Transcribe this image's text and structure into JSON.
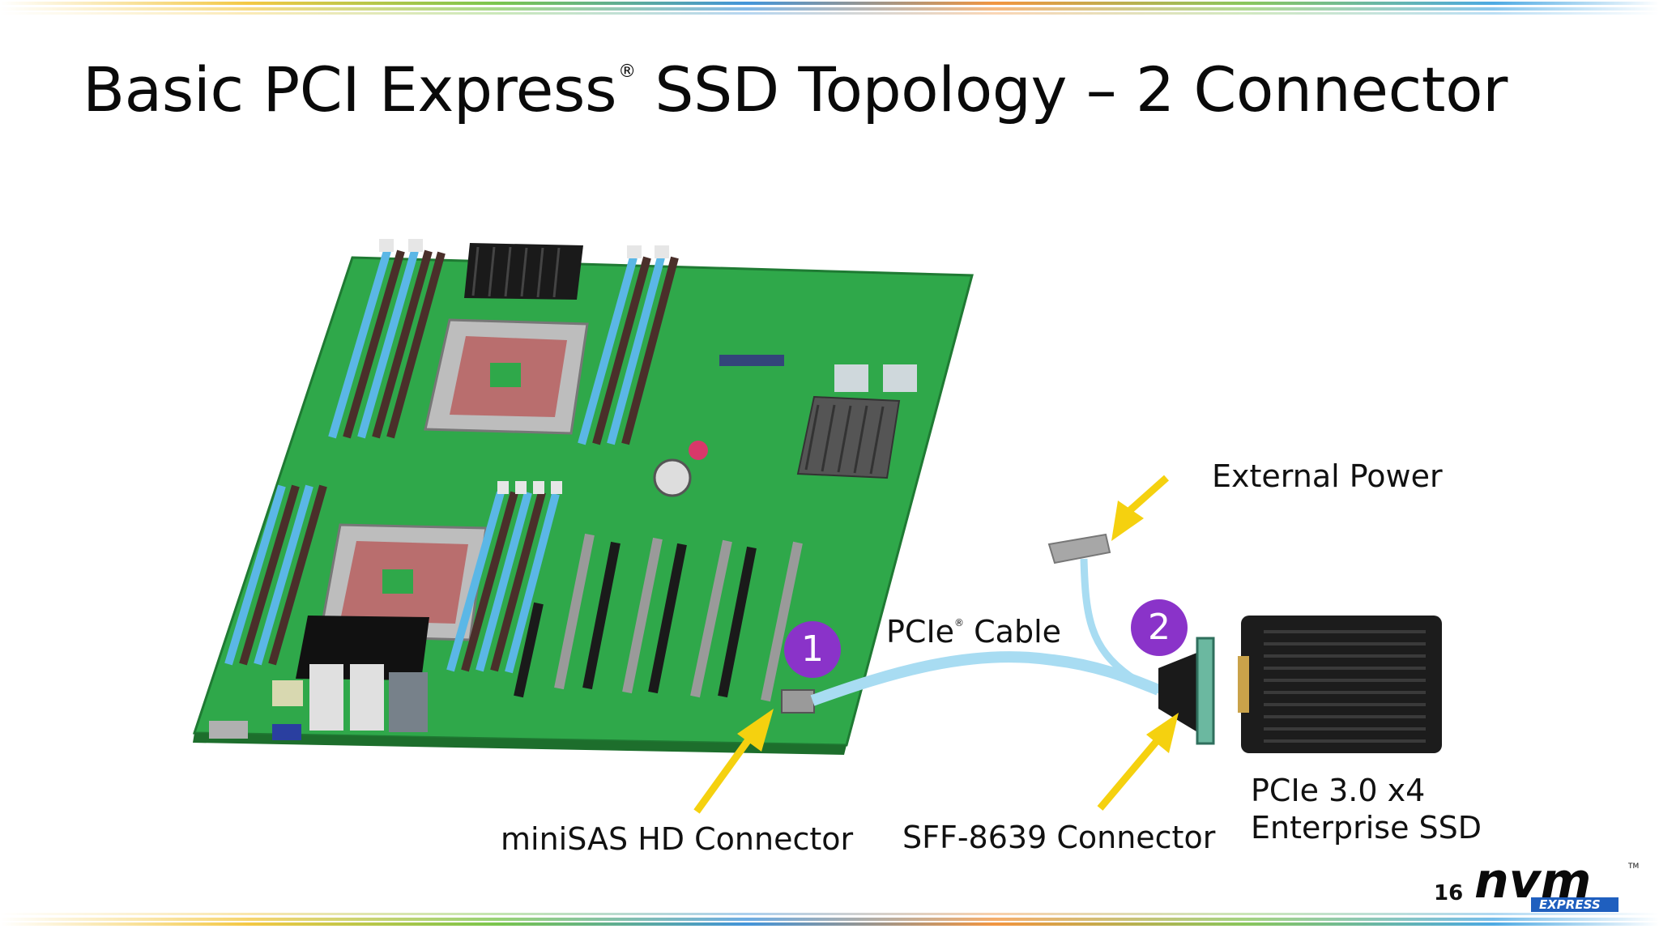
{
  "slide": {
    "title_main": "Basic PCI Express",
    "title_sup": "®",
    "title_rest": " SSD Topology – 2 Connector",
    "page_number": "16"
  },
  "labels": {
    "external_power": "External Power",
    "pcie_cable_prefix": "PCIe",
    "pcie_cable_sup": "®",
    "pcie_cable_suffix": " Cable",
    "minisas": "miniSAS HD Connector",
    "sff": "SFF-8639 Connector",
    "ssd_line1": "PCIe 3.0 x4",
    "ssd_line2": "Enterprise SSD"
  },
  "badges": [
    "1",
    "2"
  ],
  "logo": {
    "text": "nvm",
    "subtext": "EXPRESS",
    "tm": "TM"
  },
  "colors": {
    "board": "#2fa84a",
    "dimm_blue": "#5bb7e6",
    "cable": "#a8dcf2",
    "arrow": "#f5d10f",
    "badge": "#8a33c9",
    "ssd": "#1c1c1c"
  }
}
